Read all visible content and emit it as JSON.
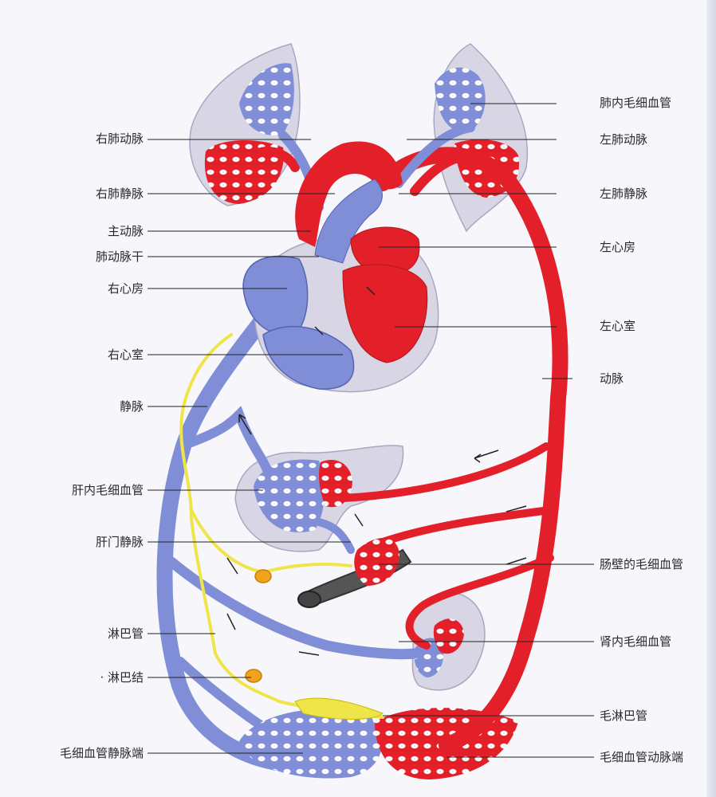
{
  "labels_left": [
    {
      "id": "r-pulm-artery",
      "text": "右肺动脉"
    },
    {
      "id": "r-pulm-vein",
      "text": "右肺静脉"
    },
    {
      "id": "aorta",
      "text": "主动脉"
    },
    {
      "id": "pulm-trunk",
      "text": "肺动脉干"
    },
    {
      "id": "r-atrium",
      "text": "右心房"
    },
    {
      "id": "r-ventricle",
      "text": "右心室"
    },
    {
      "id": "vein",
      "text": "静脉"
    },
    {
      "id": "liver-cap",
      "text": "肝内毛细血管"
    },
    {
      "id": "portal-vein",
      "text": "肝门静脉"
    },
    {
      "id": "lymph-vessel",
      "text": "淋巴管"
    },
    {
      "id": "lymph-node",
      "text": "· 淋巴结"
    },
    {
      "id": "cap-venous",
      "text": "毛细血管静脉端"
    }
  ],
  "labels_right": [
    {
      "id": "lung-cap",
      "text": "肺内毛细血管"
    },
    {
      "id": "l-pulm-artery",
      "text": "左肺动脉"
    },
    {
      "id": "l-pulm-vein",
      "text": "左肺静脉"
    },
    {
      "id": "l-atrium",
      "text": "左心房"
    },
    {
      "id": "l-ventricle",
      "text": "左心室"
    },
    {
      "id": "artery",
      "text": "动脉"
    },
    {
      "id": "intestine-cap",
      "text": "肠壁的毛细血管"
    },
    {
      "id": "kidney-cap",
      "text": "肾内毛细血管"
    },
    {
      "id": "lymph-cap",
      "text": "毛淋巴管"
    },
    {
      "id": "cap-arterial",
      "text": "毛细血管动脉端"
    }
  ],
  "colors": {
    "arterial": "#e3202a",
    "venous": "#7f8ed6",
    "venous_dark": "#5563b4",
    "organ": "#d8d6e4",
    "lymph": "#efe44a",
    "leader": "#222222"
  }
}
